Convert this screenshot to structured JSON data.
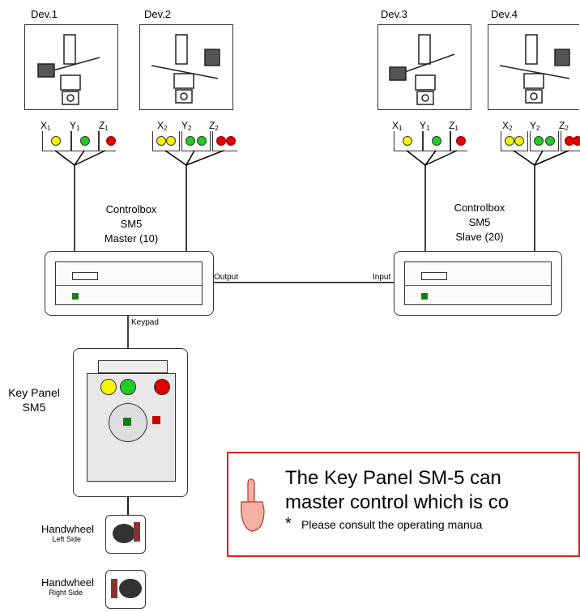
{
  "devices": [
    {
      "label": "Dev.1",
      "axes": [
        "X",
        "Y",
        "Z"
      ],
      "sub": "1"
    },
    {
      "label": "Dev.2",
      "axes": [
        "X",
        "Y",
        "Z"
      ],
      "sub": "2"
    },
    {
      "label": "Dev.3",
      "axes": [
        "X",
        "Y",
        "Z"
      ],
      "sub": "1"
    },
    {
      "label": "Dev.4",
      "axes": [
        "X",
        "Y",
        "Z"
      ],
      "sub": "2"
    }
  ],
  "controlbox_master": {
    "line1": "Controlbox",
    "line2": "SM5",
    "line3": "Master (10)"
  },
  "controlbox_slave": {
    "line1": "Controlbox",
    "line2": "SM5",
    "line3": "Slave (20)"
  },
  "ports": {
    "output": "Output",
    "input": "Input",
    "keypad": "Keypad"
  },
  "key_panel": {
    "line1": "Key Panel",
    "line2": "SM5"
  },
  "handwheel_left": {
    "title": "Handwheel",
    "side": "Left Side"
  },
  "handwheel_right": {
    "title": "Handwheel",
    "side": "Right Side"
  },
  "note": {
    "line1": "The Key Panel SM-5 can",
    "line2": "master control which is co",
    "star": "*",
    "footnote": "Please consult the operating manua"
  },
  "colors": {
    "yellow": "#f5f500",
    "green": "#22cc22",
    "red": "#e00000",
    "note_border": "#e02020"
  }
}
